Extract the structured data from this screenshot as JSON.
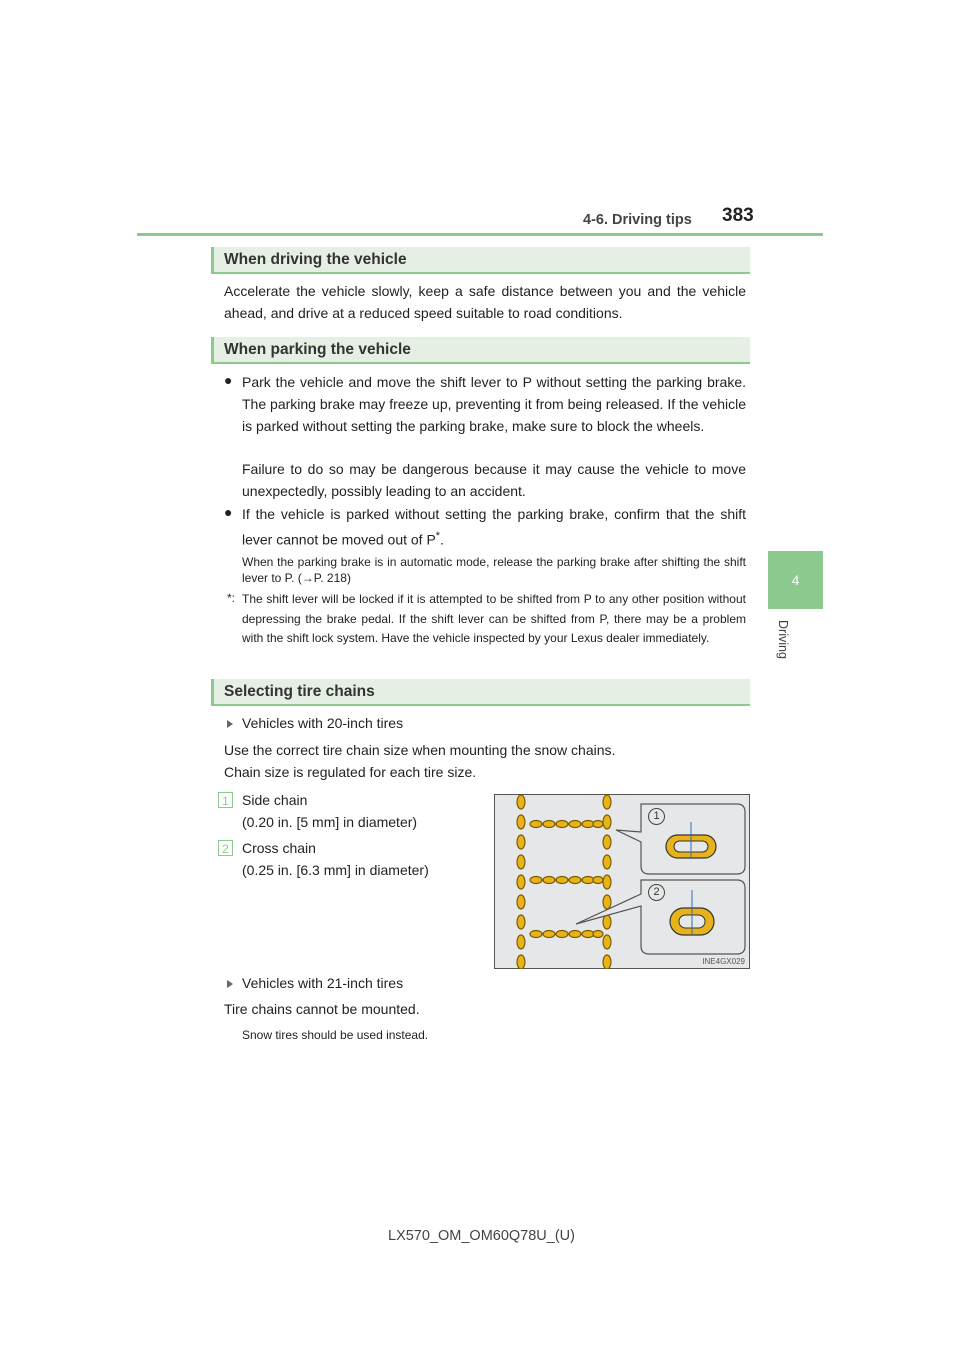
{
  "header": {
    "section": "4-6. Driving tips",
    "page_number": "383"
  },
  "side_tab": {
    "number": "4",
    "label": "Driving"
  },
  "sections": {
    "driving": {
      "title": "When driving the vehicle",
      "text": "Accelerate the vehicle slowly, keep a safe distance between you and the vehicle ahead, and drive at a reduced speed suitable to road conditions."
    },
    "parking": {
      "title": "When parking the vehicle",
      "bullet1_a": "Park the vehicle and move the shift lever to P without setting the parking brake. The parking brake may freeze up, preventing it from being released. If the vehicle is parked without setting the parking brake, make sure to block the wheels.",
      "bullet1_b": "Failure to do so may be dangerous because it may cause the vehicle to move unexpectedly, possibly leading to an accident.",
      "bullet2": "If the vehicle is parked without setting the parking brake, confirm that the shift lever cannot be moved out of P",
      "bullet2_star": "*",
      "bullet2_end": ".",
      "note": "When the parking brake is in automatic mode, release the parking brake after shifting the shift lever to P. (→P. 218)",
      "footnote_mark": "*:",
      "footnote": "The shift lever will be locked if it is attempted to be shifted from P to any other position without depressing the brake pedal. If the shift lever can be shifted from P, there may be a problem with the shift lock system. Have the vehicle inspected by your Lexus dealer immediately."
    },
    "chains": {
      "title": "Selecting tire chains",
      "sub1": "Vehicles with 20-inch tires",
      "text1": "Use the correct tire chain size when mounting the snow chains.",
      "text2": "Chain size is regulated for each tire size.",
      "items": [
        {
          "num": "1",
          "name": "Side chain",
          "detail": "(0.20 in. [5 mm] in diameter)"
        },
        {
          "num": "2",
          "name": "Cross chain",
          "detail": "(0.25 in. [6.3 mm] in diameter)"
        }
      ],
      "figure_code": "INE4GX029",
      "callout1": "1",
      "callout2": "2",
      "sub2": "Vehicles with 21-inch tires",
      "text3": "Tire chains cannot be mounted.",
      "note": "Snow tires should be used instead."
    }
  },
  "footer": "LX570_OM_OM60Q78U_(U)",
  "colors": {
    "accent": "#8cc98f",
    "heading_bg": "#e5efe3",
    "chain_gold": "#e8b21b",
    "figure_bg": "#e6e7e8"
  }
}
